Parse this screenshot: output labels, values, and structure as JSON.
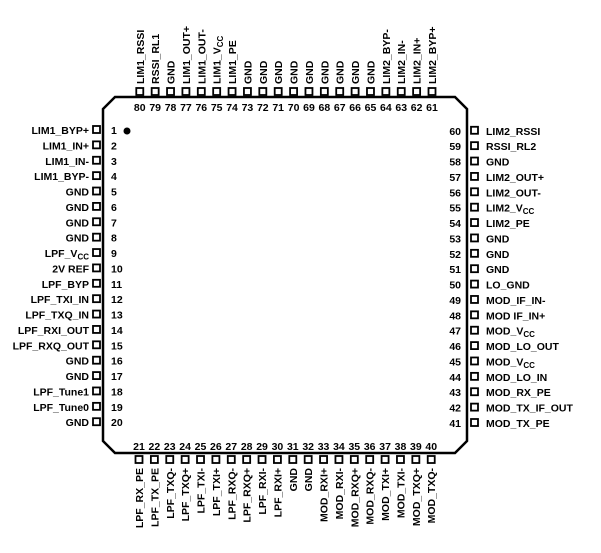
{
  "package": {
    "outline_color": "#000000",
    "pin1_marker": "dot"
  },
  "pins": {
    "left": [
      {
        "n": "1",
        "label": "LIM1_BYP+"
      },
      {
        "n": "2",
        "label": "LIM1_IN+"
      },
      {
        "n": "3",
        "label": "LIM1_IN-"
      },
      {
        "n": "4",
        "label": "LIM1_BYP-"
      },
      {
        "n": "5",
        "label": "GND"
      },
      {
        "n": "6",
        "label": "GND"
      },
      {
        "n": "7",
        "label": "GND"
      },
      {
        "n": "8",
        "label": "GND"
      },
      {
        "n": "9",
        "label": "LPF_VCC"
      },
      {
        "n": "10",
        "label": "2V REF"
      },
      {
        "n": "11",
        "label": "LPF_BYP"
      },
      {
        "n": "12",
        "label": "LPF_TXI_IN"
      },
      {
        "n": "13",
        "label": "LPF_TXQ_IN"
      },
      {
        "n": "14",
        "label": "LPF_RXI_OUT"
      },
      {
        "n": "15",
        "label": "LPF_RXQ_OUT"
      },
      {
        "n": "16",
        "label": "GND"
      },
      {
        "n": "17",
        "label": "GND"
      },
      {
        "n": "18",
        "label": "LPF_Tune1"
      },
      {
        "n": "19",
        "label": "LPF_Tune0"
      },
      {
        "n": "20",
        "label": "GND"
      }
    ],
    "bottom": [
      {
        "n": "21",
        "label": "LPF_RX_PE"
      },
      {
        "n": "22",
        "label": "LPF_TX_PE"
      },
      {
        "n": "23",
        "label": "LPF_TXQ-"
      },
      {
        "n": "24",
        "label": "LPF_TXQ+"
      },
      {
        "n": "25",
        "label": "LPF_TXI-"
      },
      {
        "n": "26",
        "label": "LPF_TXI+"
      },
      {
        "n": "27",
        "label": "LPF_RXQ-"
      },
      {
        "n": "28",
        "label": "LPF_RXQ+"
      },
      {
        "n": "29",
        "label": "LPF_RXI-"
      },
      {
        "n": "30",
        "label": "LPF_RXI+"
      },
      {
        "n": "31",
        "label": "GND"
      },
      {
        "n": "32",
        "label": "GND"
      },
      {
        "n": "33",
        "label": "MOD_RXI+"
      },
      {
        "n": "34",
        "label": "MOD_RXI-"
      },
      {
        "n": "35",
        "label": "MOD_RXQ+"
      },
      {
        "n": "36",
        "label": "MOD_RXQ-"
      },
      {
        "n": "37",
        "label": "MOD_TXI+"
      },
      {
        "n": "38",
        "label": "MOD_TXI-"
      },
      {
        "n": "39",
        "label": "MOD_TXQ+"
      },
      {
        "n": "40",
        "label": "MOD_TXQ-"
      }
    ],
    "right": [
      {
        "n": "41",
        "label": "MOD_TX_PE"
      },
      {
        "n": "42",
        "label": "MOD_TX_IF_OUT"
      },
      {
        "n": "43",
        "label": "MOD_RX_PE"
      },
      {
        "n": "44",
        "label": "MOD_LO_IN"
      },
      {
        "n": "45",
        "label": "MOD_VCC"
      },
      {
        "n": "46",
        "label": "MOD_LO_OUT"
      },
      {
        "n": "47",
        "label": "MOD_VCC"
      },
      {
        "n": "48",
        "label": "MOD IF_IN+"
      },
      {
        "n": "49",
        "label": "MOD_IF_IN-"
      },
      {
        "n": "50",
        "label": "LO_GND"
      },
      {
        "n": "51",
        "label": "GND"
      },
      {
        "n": "52",
        "label": "GND"
      },
      {
        "n": "53",
        "label": "GND"
      },
      {
        "n": "54",
        "label": "LIM2_PE"
      },
      {
        "n": "55",
        "label": "LIM2_VCC"
      },
      {
        "n": "56",
        "label": "LIM2_OUT-"
      },
      {
        "n": "57",
        "label": "LIM2_OUT+"
      },
      {
        "n": "58",
        "label": "GND"
      },
      {
        "n": "59",
        "label": "RSSI_RL2"
      },
      {
        "n": "60",
        "label": "LIM2_RSSI"
      }
    ],
    "top": [
      {
        "n": "61",
        "label": "LIM2_BYP+"
      },
      {
        "n": "62",
        "label": "LIM2_IN+"
      },
      {
        "n": "63",
        "label": "LIM2_IN-"
      },
      {
        "n": "64",
        "label": "LIM2_BYP-"
      },
      {
        "n": "65",
        "label": "GND"
      },
      {
        "n": "66",
        "label": "GND"
      },
      {
        "n": "67",
        "label": "GND"
      },
      {
        "n": "68",
        "label": "GND"
      },
      {
        "n": "69",
        "label": "GND"
      },
      {
        "n": "70",
        "label": "GND"
      },
      {
        "n": "71",
        "label": "GND"
      },
      {
        "n": "72",
        "label": "GND"
      },
      {
        "n": "73",
        "label": "GND"
      },
      {
        "n": "74",
        "label": "LIM1_PE"
      },
      {
        "n": "75",
        "label": "LIM1_VCC"
      },
      {
        "n": "76",
        "label": "LIM1_OUT-"
      },
      {
        "n": "77",
        "label": "LIM1_OUT+"
      },
      {
        "n": "78",
        "label": "GND"
      },
      {
        "n": "79",
        "label": "RSSI_RL1"
      },
      {
        "n": "80",
        "label": "LIM1_RSSI"
      }
    ]
  }
}
